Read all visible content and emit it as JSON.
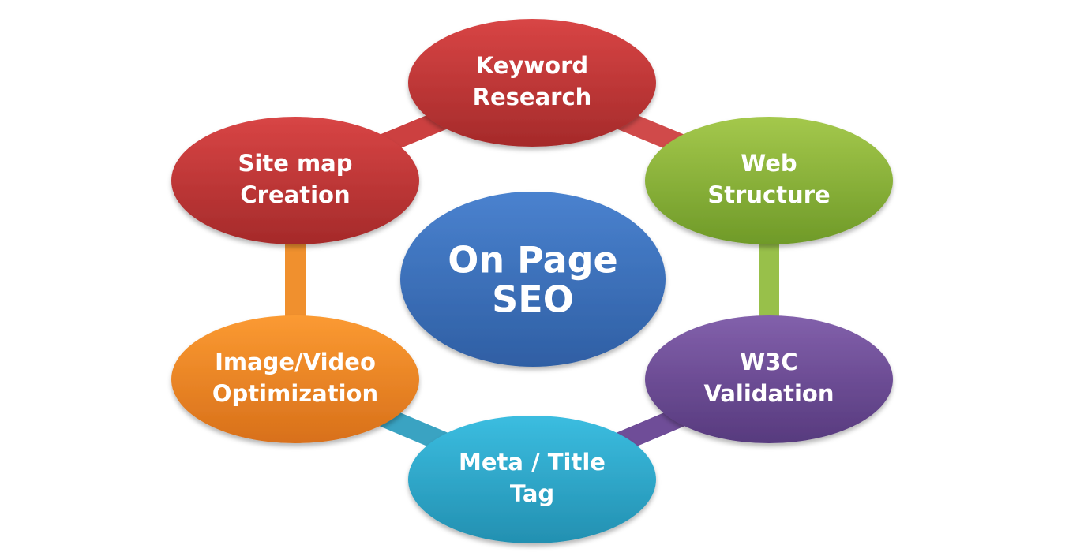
{
  "center": {
    "line1": "On Page",
    "line2": "SEO",
    "color": "#3a6fb8"
  },
  "nodes": [
    {
      "id": "keyword-research",
      "line1": "Keyword",
      "line2": "Research",
      "color": "#bf3232"
    },
    {
      "id": "web-structure",
      "line1": "Web",
      "line2": "Structure",
      "color": "#8db83a"
    },
    {
      "id": "w3c-validation",
      "line1": "W3C",
      "line2": "Validation",
      "color": "#6a4894"
    },
    {
      "id": "meta-title-tag",
      "line1": "Meta / Title",
      "line2": "Tag",
      "color": "#2ba6c8"
    },
    {
      "id": "image-video-optimization",
      "line1": "Image/Video",
      "line2": "Optimization",
      "color": "#f28522"
    },
    {
      "id": "site-map-creation",
      "line1": "Site map",
      "line2": "Creation",
      "color": "#bf3232"
    }
  ],
  "connectors": [
    {
      "from": "keyword-research",
      "to": "web-structure",
      "color": "#d04a4a"
    },
    {
      "from": "web-structure",
      "to": "w3c-validation",
      "color": "#98c04a"
    },
    {
      "from": "w3c-validation",
      "to": "meta-title-tag",
      "color": "#6f4d98"
    },
    {
      "from": "meta-title-tag",
      "to": "image-video-optimization",
      "color": "#3aa3c2"
    },
    {
      "from": "image-video-optimization",
      "to": "site-map-creation",
      "color": "#f0902e"
    },
    {
      "from": "site-map-creation",
      "to": "keyword-research",
      "color": "#cc4040"
    }
  ]
}
